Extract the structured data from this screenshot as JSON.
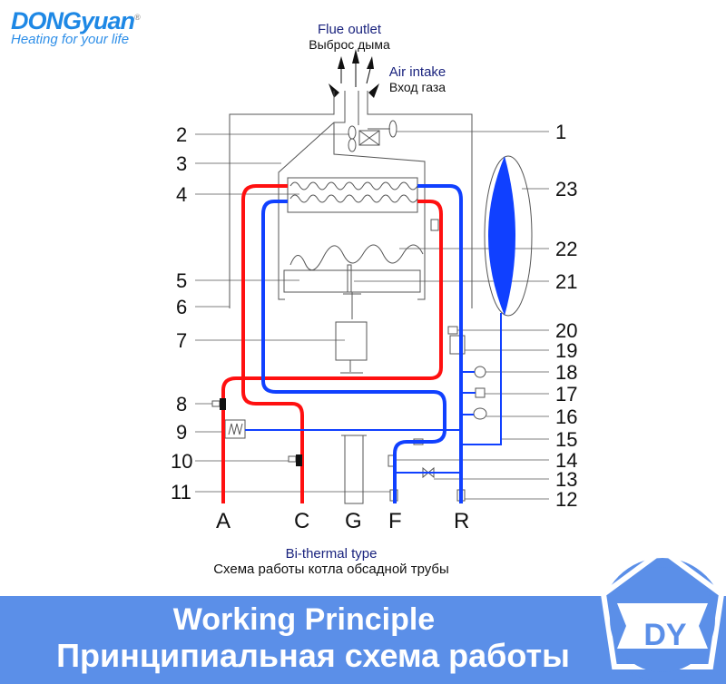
{
  "brand": {
    "name": "DONGyuan",
    "registered": "®",
    "tagline": "Heating for your life"
  },
  "captions": {
    "flue_en": "Flue outlet",
    "flue_ru": "Выброс дыма",
    "air_en": "Air intake",
    "air_ru": "Вход газа",
    "type_en": "Bi-thermal type",
    "type_ru": "Схема работы котла обсадной трубы"
  },
  "left_numbers": [
    "2",
    "3",
    "4",
    "5",
    "6",
    "7",
    "8",
    "9",
    "10",
    "11"
  ],
  "right_numbers": [
    "1",
    "23",
    "22",
    "21",
    "20",
    "19",
    "18",
    "17",
    "16",
    "15",
    "14",
    "13",
    "12"
  ],
  "ports": [
    "A",
    "C",
    "G",
    "F",
    "R"
  ],
  "footer": {
    "title_en": "Working Principle",
    "title_ru": "Принципиальная схема работы",
    "badge": "DY"
  },
  "colors": {
    "hot": "#ff1010",
    "cold": "#1040ff",
    "footer": "#5b8fe8"
  }
}
